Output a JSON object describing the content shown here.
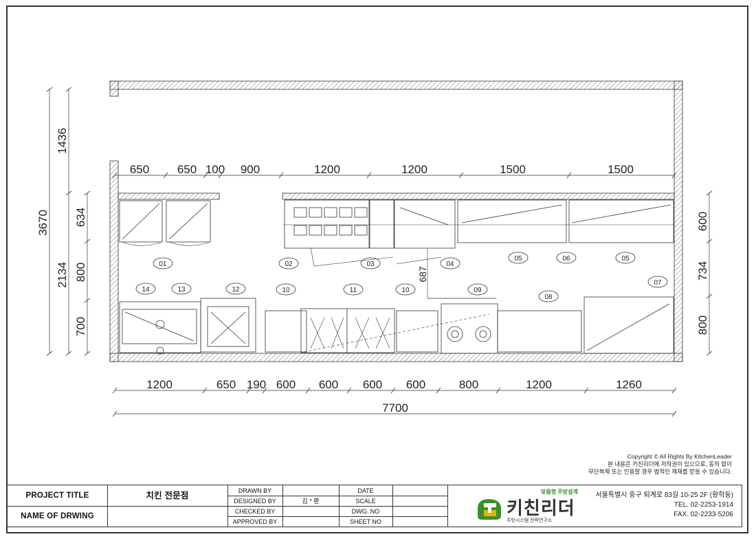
{
  "drawing": {
    "left_dims": {
      "outer": "3670",
      "top_gap": "1436",
      "lower_total": "2134",
      "upper_unit": "634",
      "aisle": "800",
      "lower_unit": "700"
    },
    "right_dims": {
      "upper_unit": "600",
      "aisle": "734",
      "lower_unit": "800"
    },
    "top_dims": [
      "650",
      "650",
      "100",
      "900",
      "1200",
      "1200",
      "1500",
      "1500"
    ],
    "bottom_dims": [
      "1200",
      "650",
      "190",
      "600",
      "600",
      "600",
      "600",
      "800",
      "1200",
      "1260"
    ],
    "total_dim": "7700",
    "inner_dim": "687",
    "item_tags": [
      "01",
      "02",
      "03",
      "04",
      "05",
      "06",
      "05",
      "07",
      "08",
      "09",
      "10",
      "11",
      "10",
      "12",
      "13",
      "14"
    ]
  },
  "copyright": {
    "line1": "Copyright © All Rights By KitchenLeader",
    "line2": "본 내용은 키친리더에 저작권이 있으므로, 동의 없이",
    "line3": "무단복제 또는 인용할 경우 법적인 제재를 받을 수 있습니다."
  },
  "title_block": {
    "project_title_label": "PROJECT TITLE",
    "project_title_value": "치킨 전문점",
    "name_of_drawing_label": "NAME OF DRWING",
    "drawn_by": "DRAWN BY",
    "designed_by": "DESIGNED BY",
    "designed_by_value": "김 * 환",
    "checked_by": "CHECKED BY",
    "approved_by": "APPROVED BY",
    "date": "DATE",
    "scale": "SCALE",
    "dwg_no": "DWG. NO",
    "sheet_no": "SHEET NO"
  },
  "company": {
    "slogan": "맞춤형 주방설계",
    "logo_name": "키친리더",
    "logo_sub": "주방시스템 전략연구소",
    "address": "서울특별시 중구 퇴계로 83길 10-25 2F (황학동)",
    "tel": "TEL. 02-2253-1914",
    "fax": "FAX. 02-2233-5206",
    "colors": {
      "green": "#3a8f2e",
      "yellow": "#e2b600",
      "dark": "#333333"
    }
  }
}
